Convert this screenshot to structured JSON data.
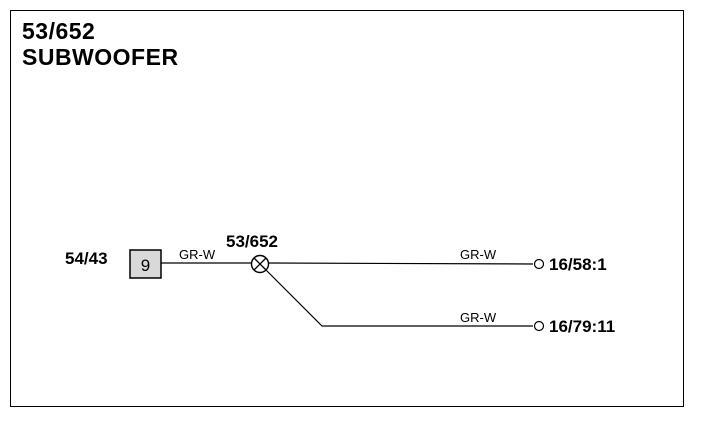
{
  "title": {
    "code": "53/652",
    "name": "SUBWOOFER"
  },
  "diagram": {
    "connector": {
      "ref": "54/43",
      "pin": "9"
    },
    "component_ref": "53/652",
    "wires": [
      {
        "color_code": "GR-W",
        "segment": "connector-to-component"
      },
      {
        "color_code": "GR-W",
        "destination": "16/58:1"
      },
      {
        "color_code": "GR-W",
        "destination": "16/79:11"
      }
    ]
  },
  "colors": {
    "line": "#000000",
    "connector_fill": "#d9d9d9",
    "background": "#ffffff"
  }
}
